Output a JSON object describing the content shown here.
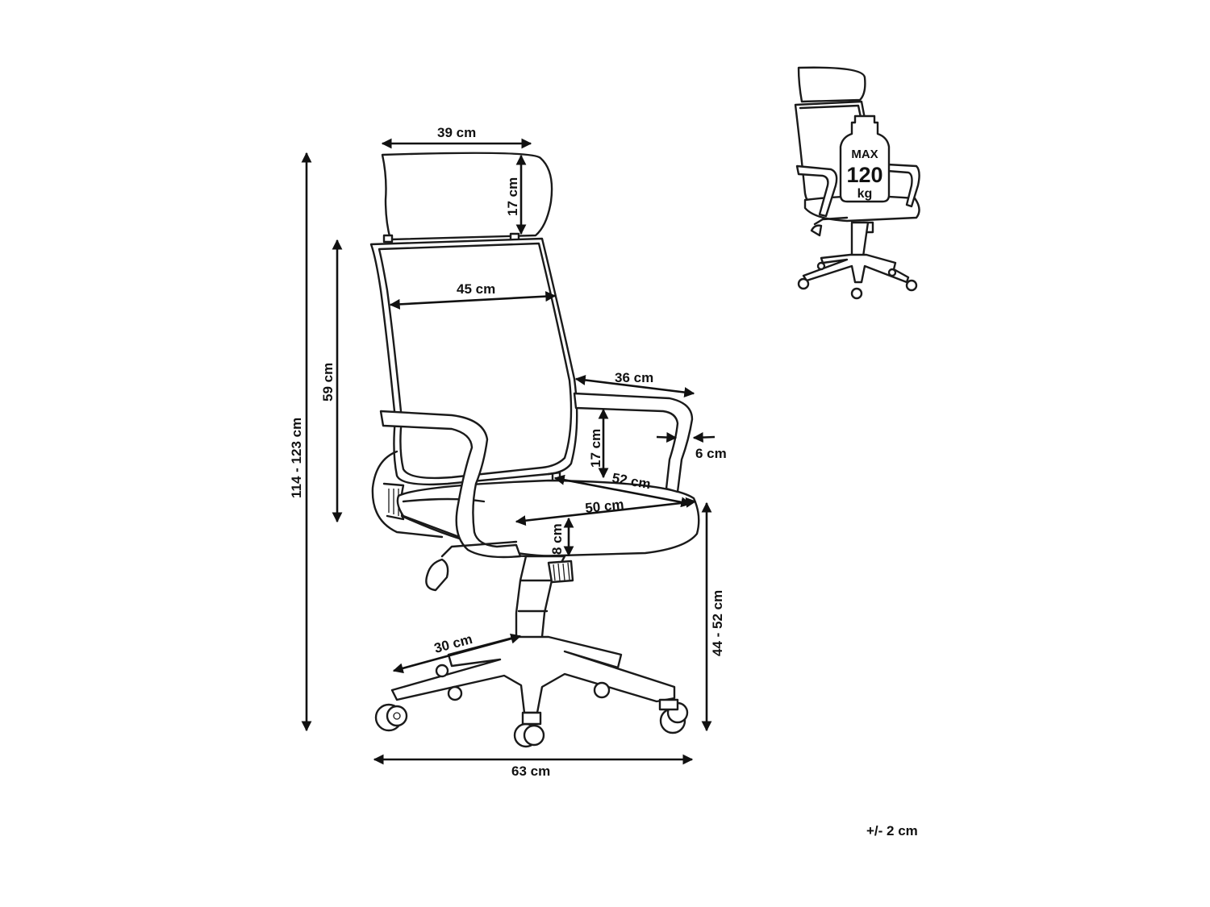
{
  "dimensions": {
    "headrest_width": "39 cm",
    "headrest_height": "17 cm",
    "backrest_height": "59 cm",
    "total_height": "114 - 123 cm",
    "backrest_width": "45 cm",
    "armrest_length": "36 cm",
    "armrest_height": "17 cm",
    "armrest_width": "6 cm",
    "seat_depth": "52 cm",
    "seat_width": "50 cm",
    "seat_thickness": "8 cm",
    "seat_height": "44 - 52 cm",
    "leg_length": "30 cm",
    "base_width": "63 cm"
  },
  "weight_badge": {
    "line1": "MAX",
    "line2": "120",
    "line3": "kg"
  },
  "tolerance": "+/- 2 cm"
}
